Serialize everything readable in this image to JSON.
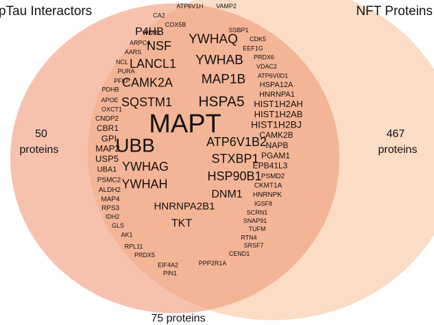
{
  "sets": {
    "left": {
      "title": "pTau Interactors",
      "count": "50",
      "count_unit": "proteins",
      "color": "#f6c2ae"
    },
    "right": {
      "title": "NFT Proteins",
      "count": "467",
      "count_unit": "proteins",
      "color": "#fbdcc5"
    },
    "overlap": {
      "count_label": "75 proteins",
      "color": "#f4b596"
    }
  },
  "genes": [
    "CA2",
    "ATP6V1H",
    "COX5B",
    "VAMP2",
    "WDR1",
    "SSBP1",
    "P4HB",
    "ARPC4",
    "CDK5",
    "AARS",
    "YWHAQ",
    "EEF1G",
    "NSF",
    "NCL",
    "PRDX6",
    "PURA",
    "VDAC2",
    "YWHAB",
    "PFKP",
    "ATP6V0D1",
    "PDHB",
    "LANCL1",
    "HSPA12A",
    "MAP1B",
    "APOE",
    "HNRNPA1",
    "OXCT1",
    "CAMK2A",
    "HIST1H2AH",
    "CNDP2",
    "HIST1H2AB",
    "SQSTM1",
    "HSPA5",
    "CBR1",
    "HIST1H2BJ",
    "GPI",
    "MAPT",
    "CAMK2B",
    "MAP2",
    "NAPB",
    "USP5",
    "ATP6V1B2",
    "PGAM1",
    "UBB",
    "UBA1",
    "EPB41L3",
    "STXBP1",
    "PSMC2",
    "PSMD2",
    "YWHAG",
    "ALDH2",
    "CKMT1A",
    "HSP90B1",
    "MAP4",
    "HNRNPK",
    "YWHAH",
    "RPS3",
    "IGSF8",
    "IDH2",
    "DNM1",
    "SCRN1",
    "SNAP91",
    "GLS",
    "HNRNPA2B1",
    "AK1",
    "TUFM",
    "RTN4",
    "RPL11",
    "SRSF7",
    "PRDX5",
    "TKT",
    "CEND1",
    "EIF4A2",
    "PPP2R1A",
    "PIN1"
  ]
}
